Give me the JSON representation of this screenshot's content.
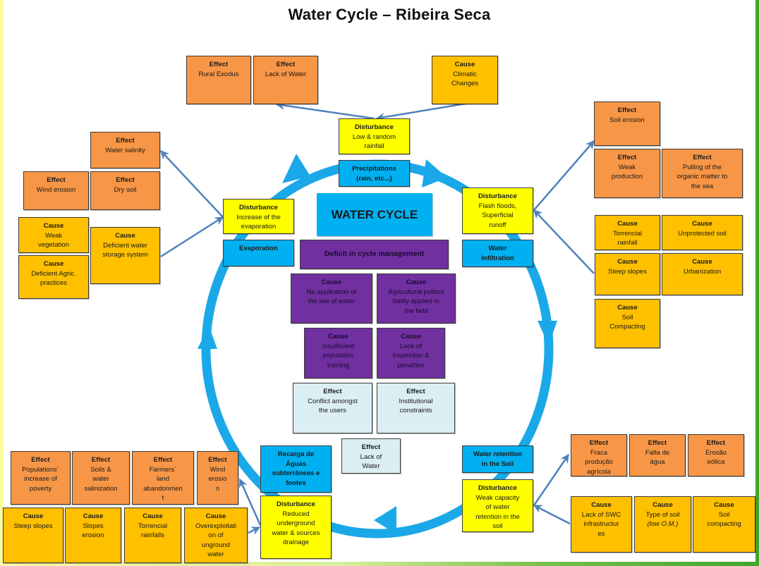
{
  "title": "Water Cycle – Ribeira Seca",
  "center": {
    "label": "WATER CYCLE",
    "deficit": "Deficit in cycle management",
    "causes": [
      {
        "kind": "Cause",
        "text": "No application  of\nthe law of water"
      },
      {
        "kind": "Cause",
        "text": "Agricultural politics\nbadly applied in\nthe field"
      },
      {
        "kind": "Cause",
        "text": "Insufficient\npopulation\ntraining"
      },
      {
        "kind": "Cause",
        "text": "Lack of\ninspection &\npenalties"
      }
    ],
    "effects": [
      {
        "kind": "Effect",
        "text": "Conflict amongst\nthe users"
      },
      {
        "kind": "Effect",
        "text": "Institutional\nconstraints"
      },
      {
        "kind": "Effect",
        "text": "Lack of\nWater"
      }
    ]
  },
  "stages": {
    "precipitations": "Precipitations\n(rain, etc...)",
    "evaporation": "Evaporation",
    "infiltration": "Water\nInfiltration",
    "retention": "Water retention\nin the Soil",
    "recharge": "Recarga de\nÁguas\nsubterrâneas e\nfontes"
  },
  "top": {
    "disturbance": {
      "kind": "Disturbance",
      "text": "Low & random\nrainfall"
    },
    "effects": [
      {
        "kind": "Effect",
        "text": "Rural Exodus"
      },
      {
        "kind": "Effect",
        "text": "Lack of Water"
      }
    ],
    "cause": {
      "kind": "Cause",
      "text": "Climatic\nChanges"
    }
  },
  "left": {
    "disturbance": {
      "kind": "Disturbance",
      "text": "Increase of the\nevaporation"
    },
    "effects": [
      {
        "kind": "Effect",
        "text": "Water salinity"
      },
      {
        "kind": "Effect",
        "text": "Wind erosion"
      },
      {
        "kind": "Effect",
        "text": "Dry soil"
      }
    ],
    "causes": [
      {
        "kind": "Cause",
        "text": "Weak\nvegetation"
      },
      {
        "kind": "Cause",
        "text": "Deficient Agric.\npractices"
      },
      {
        "kind": "Cause",
        "text": "Deficient  water\nstorage system"
      }
    ]
  },
  "right": {
    "disturbance": {
      "kind": "Disturbance",
      "text": "Flash floods,\nSuperficial\nrunoff"
    },
    "effects": [
      {
        "kind": "Effect",
        "text": "Soil erosion"
      },
      {
        "kind": "Effect",
        "text": "Weak\nproduction"
      },
      {
        "kind": "Effect",
        "text": "Pulling of the\norganic matter to\nthe sea"
      }
    ],
    "causes": [
      {
        "kind": "Cause",
        "text": "Torrencial\nrainfall"
      },
      {
        "kind": "Cause",
        "text": "Unprotected soil"
      },
      {
        "kind": "Cause",
        "text": "Steep slopes"
      },
      {
        "kind": "Cause",
        "text": "Urbanization"
      },
      {
        "kind": "Cause",
        "text": "Soil\nCompacting"
      }
    ]
  },
  "bottom_left": {
    "disturbance": {
      "kind": "Disturbance",
      "text": "Reduced\nunderground\nwater & sources\ndrainage"
    },
    "effects": [
      {
        "kind": "Effect",
        "text": "Populations`\nincrease of\npoverty"
      },
      {
        "kind": "Effect",
        "text": "Soils &\nwater\nsalinization"
      },
      {
        "kind": "Effect",
        "text": "Farmers`\nland\nabandonmen\nt"
      },
      {
        "kind": "Effect",
        "text": "Wind\nerosio\nn"
      }
    ],
    "causes": [
      {
        "kind": "Cause",
        "text": "Steep slopes"
      },
      {
        "kind": "Cause",
        "text": "Slopes\nerosion"
      },
      {
        "kind": "Cause",
        "text": "Torrencial\nrainfalls"
      },
      {
        "kind": "Cause",
        "text": "Overexploitati\non of\nunground\nwater"
      }
    ]
  },
  "bottom_right": {
    "disturbance": {
      "kind": "Disturbance",
      "text": "Weak capacity\nof water\nretention in the\nsoil"
    },
    "effects": [
      {
        "kind": "Effect",
        "text": "Fraca\nprodução\nagrícola"
      },
      {
        "kind": "Effect",
        "text": "Falta de\nágua"
      },
      {
        "kind": "Effect",
        "text": "Erosão\neólica"
      }
    ],
    "causes": [
      {
        "kind": "Cause",
        "text": "Lack of SWC\ninfrastructur\nes"
      },
      {
        "kind": "Cause",
        "text": "Type of soil",
        "note": "(low O.M.)"
      },
      {
        "kind": "Cause",
        "text": "Soil\ncompacting"
      }
    ]
  },
  "colors": {
    "effect": "#f79646",
    "cause": "#ffc000",
    "disturbance": "#ffff00",
    "stage": "#00b0f0",
    "management": "#7030a0",
    "management_effect": "#dbeef4",
    "connector": "#4f81bd",
    "cycle_arrow": "#1ba8e8"
  }
}
